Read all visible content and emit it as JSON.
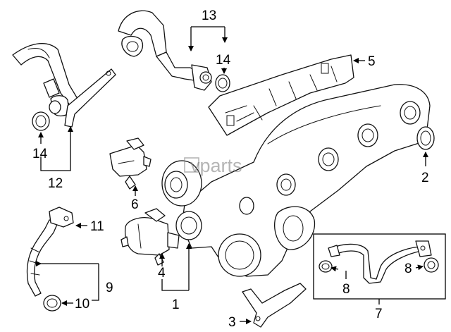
{
  "diagram": {
    "callouts": {
      "c1": "1",
      "c2": "2",
      "c3": "3",
      "c4": "4",
      "c5": "5",
      "c6": "6",
      "c7": "7",
      "c8a": "8",
      "c8b": "8",
      "c9": "9",
      "c10": "10",
      "c11": "11",
      "c12": "12",
      "c13": "13",
      "c14a": "14",
      "c14b": "14"
    },
    "watermark": "vparts"
  }
}
